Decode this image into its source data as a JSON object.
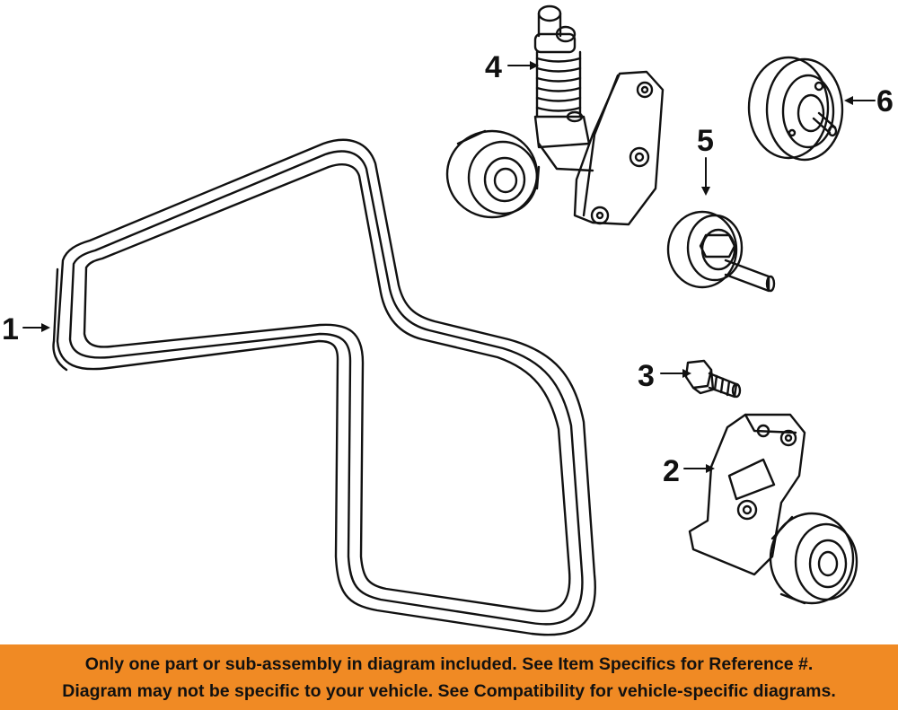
{
  "parts": [
    {
      "number": "1",
      "name": "serpentine-belt"
    },
    {
      "number": "2",
      "name": "belt-tensioner-assembly"
    },
    {
      "number": "3",
      "name": "tensioner-bolt"
    },
    {
      "number": "4",
      "name": "tensioner-with-spring"
    },
    {
      "number": "5",
      "name": "idler-pulley"
    },
    {
      "number": "6",
      "name": "idler-pulley"
    }
  ],
  "banner": {
    "line1": "Only one part or sub-assembly in diagram included. See Item Specifics for Reference #.",
    "line2": "Diagram may not be specific to your vehicle. See Compatibility for vehicle-specific diagrams.",
    "color": "#f08a24"
  }
}
